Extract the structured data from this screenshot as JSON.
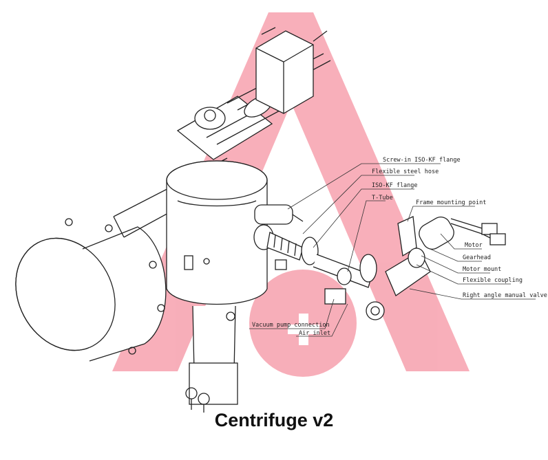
{
  "title": "Centrifuge v2",
  "callouts": [
    "Screw-in ISO-KF flange",
    "Flexible steel hose",
    "ISO-KF flange",
    "T-Tube",
    "Frame mounting point",
    "Motor",
    "Gearhead",
    "Motor mount",
    "Flexible coupling",
    "Right angle manual valve",
    "Vacuum pump connection",
    "Air inlet"
  ],
  "colors": {
    "watermark": "#f7a6b2",
    "line": "#222222"
  }
}
